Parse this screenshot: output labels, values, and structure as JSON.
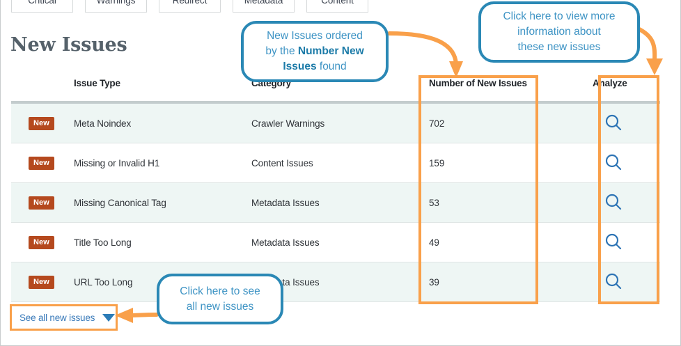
{
  "tabs": [
    {
      "label": "Critical"
    },
    {
      "label": "Warnings"
    },
    {
      "label": "Redirect"
    },
    {
      "label": "Metadata"
    },
    {
      "label": "Content"
    }
  ],
  "heading": "New Issues",
  "table": {
    "columns": {
      "badge": "",
      "issue_type": "Issue Type",
      "category": "Category",
      "number_of_new_issues": "Number of New Issues",
      "spacer": "",
      "analyze": "Analyze"
    },
    "rows": [
      {
        "badge": "New",
        "issue_type": "Meta Noindex",
        "category": "Crawler Warnings",
        "number": "702",
        "analyze_icon": "magnifier-icon"
      },
      {
        "badge": "New",
        "issue_type": "Missing or Invalid H1",
        "category": "Content Issues",
        "number": "159",
        "analyze_icon": "magnifier-icon"
      },
      {
        "badge": "New",
        "issue_type": "Missing Canonical Tag",
        "category": "Metadata Issues",
        "number": "53",
        "analyze_icon": "magnifier-icon"
      },
      {
        "badge": "New",
        "issue_type": "Title Too Long",
        "category": "Metadata Issues",
        "number": "49",
        "analyze_icon": "magnifier-icon"
      },
      {
        "badge": "New",
        "issue_type": "URL Too Long",
        "category": "Metadata Issues",
        "number": "39",
        "analyze_icon": "magnifier-icon"
      }
    ]
  },
  "footer": {
    "see_all_label": "See all new issues",
    "caret_icon": "chevron-down-icon"
  },
  "annotations": {
    "ordered": {
      "line1": "New Issues ordered",
      "line2_prefix": "by the ",
      "line2_bold": "Number New",
      "line3_bold": "Issues",
      "line3_suffix": " found"
    },
    "analyze": {
      "line1": "Click here to view more",
      "line2": "information about",
      "line3": "these new issues"
    },
    "see_all": {
      "line1": "Click here to see",
      "line2": "all new issues"
    }
  },
  "colors": {
    "annotation_border": "#2a88b5",
    "annotation_text": "#3d93c4",
    "highlight_orange": "#f9a04a",
    "badge_new": "#b5491e",
    "link_blue": "#3879b9",
    "row_tint": "#eef6f4",
    "heading": "#55616a"
  }
}
